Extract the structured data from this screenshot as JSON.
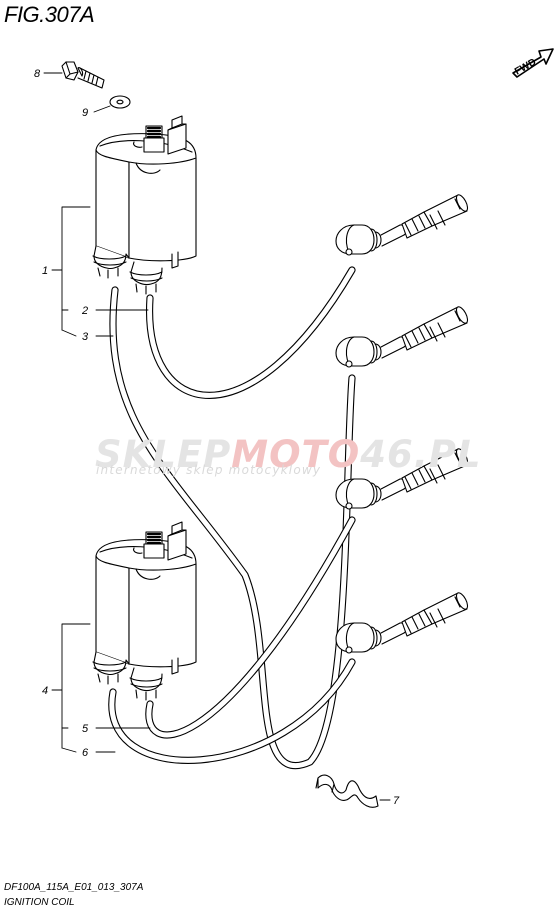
{
  "figure": {
    "title": "FIG.307A",
    "model_code": "DF100A_115A_E01_013_307A",
    "caption": "IGNITION COIL",
    "direction_label": "FWD"
  },
  "watermark": {
    "brand_prefix": "SKLEP",
    "brand_mid": "MOTO",
    "brand_suffix": "46.PL",
    "tagline": "internetowy sklep motocyklowy"
  },
  "callouts": [
    {
      "id": "1",
      "label": "1"
    },
    {
      "id": "2",
      "label": "2"
    },
    {
      "id": "3",
      "label": "3"
    },
    {
      "id": "4",
      "label": "4"
    },
    {
      "id": "5",
      "label": "5"
    },
    {
      "id": "6",
      "label": "6"
    },
    {
      "id": "7",
      "label": "7"
    },
    {
      "id": "8",
      "label": "8"
    },
    {
      "id": "9",
      "label": "9"
    }
  ]
}
